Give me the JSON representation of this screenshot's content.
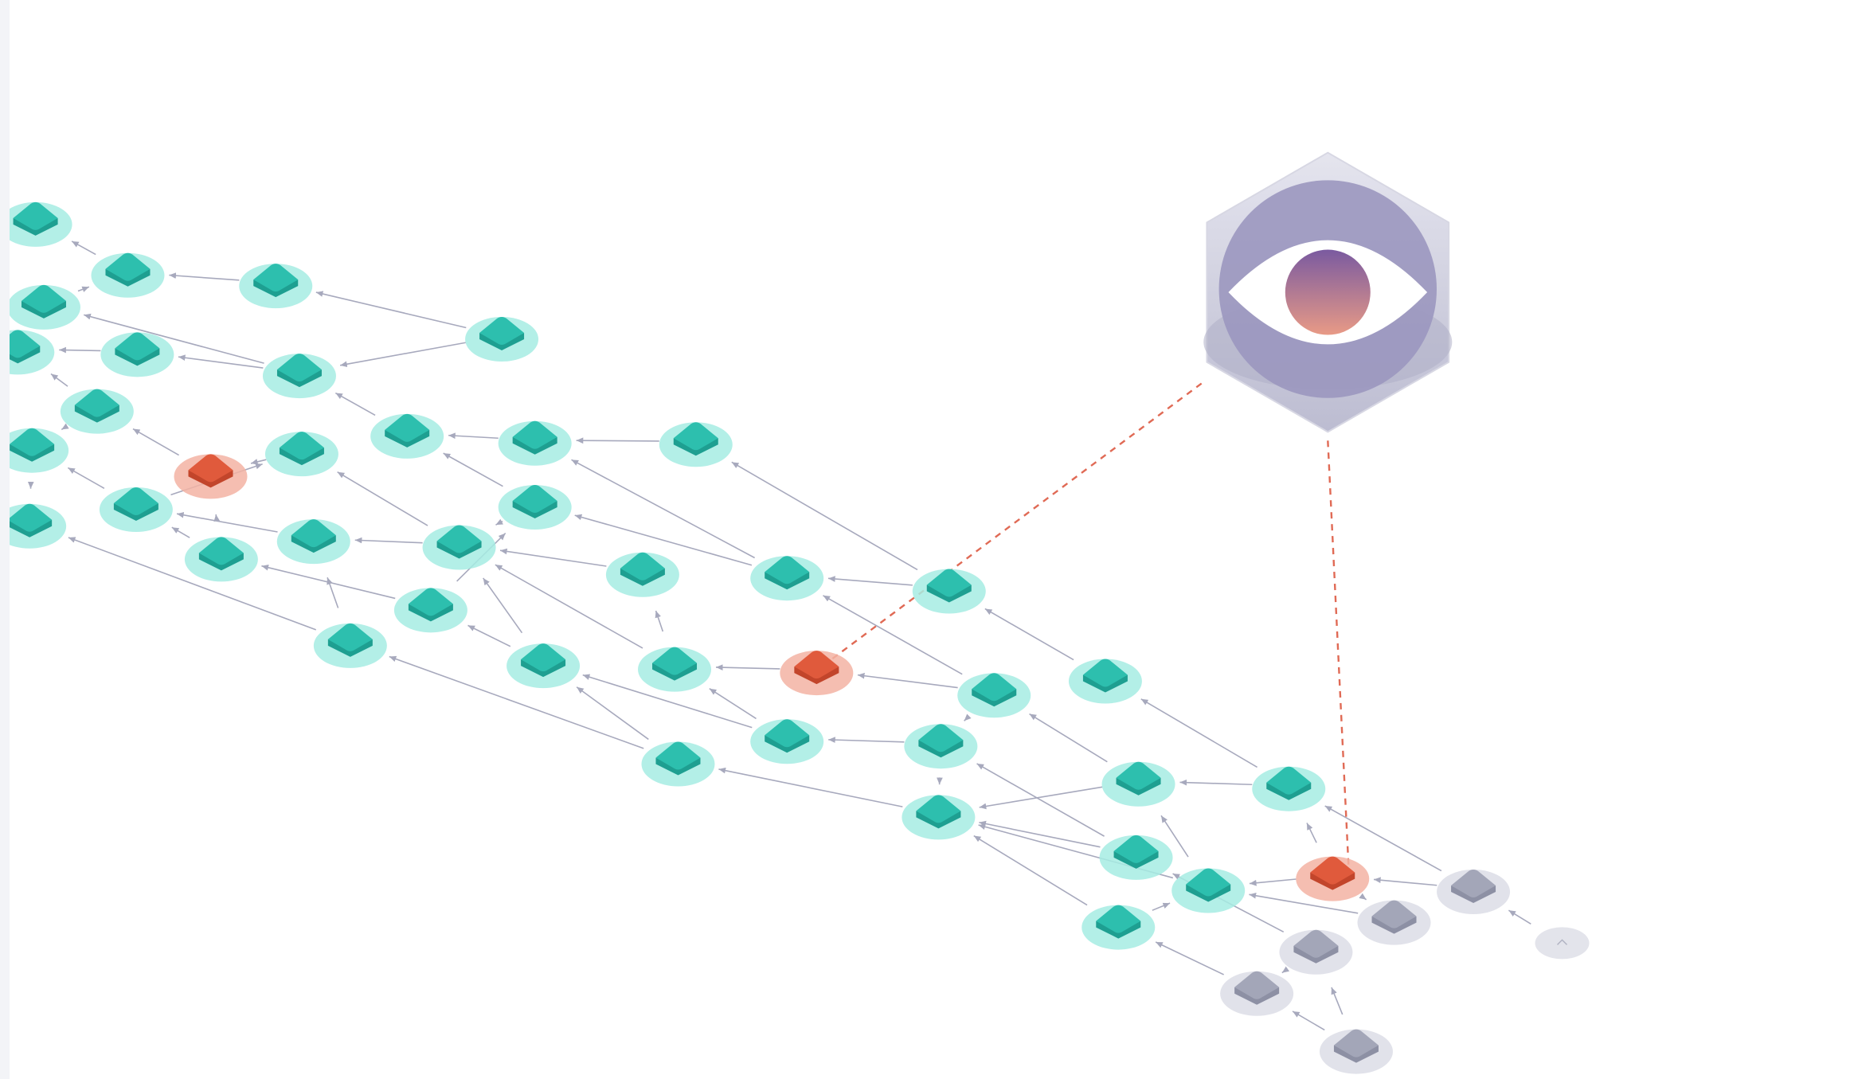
{
  "colors": {
    "background": "#ffffff",
    "confirmed_node": "#2dbfae",
    "confirmed_node_dark": "#1e9f91",
    "confirmed_halo": "#a6ece3",
    "flagged_node": "#e05a3c",
    "flagged_halo": "#f3b3a3",
    "pending_node": "#a3a6b8",
    "pending_halo": "#dcdde6",
    "edge": "#a7a9bd",
    "watch_link": "#e06a55",
    "watcher_body": "#c9cad9",
    "watcher_ring": "#9b97bf",
    "eye_iris_top": "#7a5aa0",
    "eye_iris_bottom": "#e89a86"
  },
  "diagram": {
    "description_icon": "eye-icon",
    "node_states": [
      "confirmed",
      "flagged",
      "pending"
    ]
  }
}
